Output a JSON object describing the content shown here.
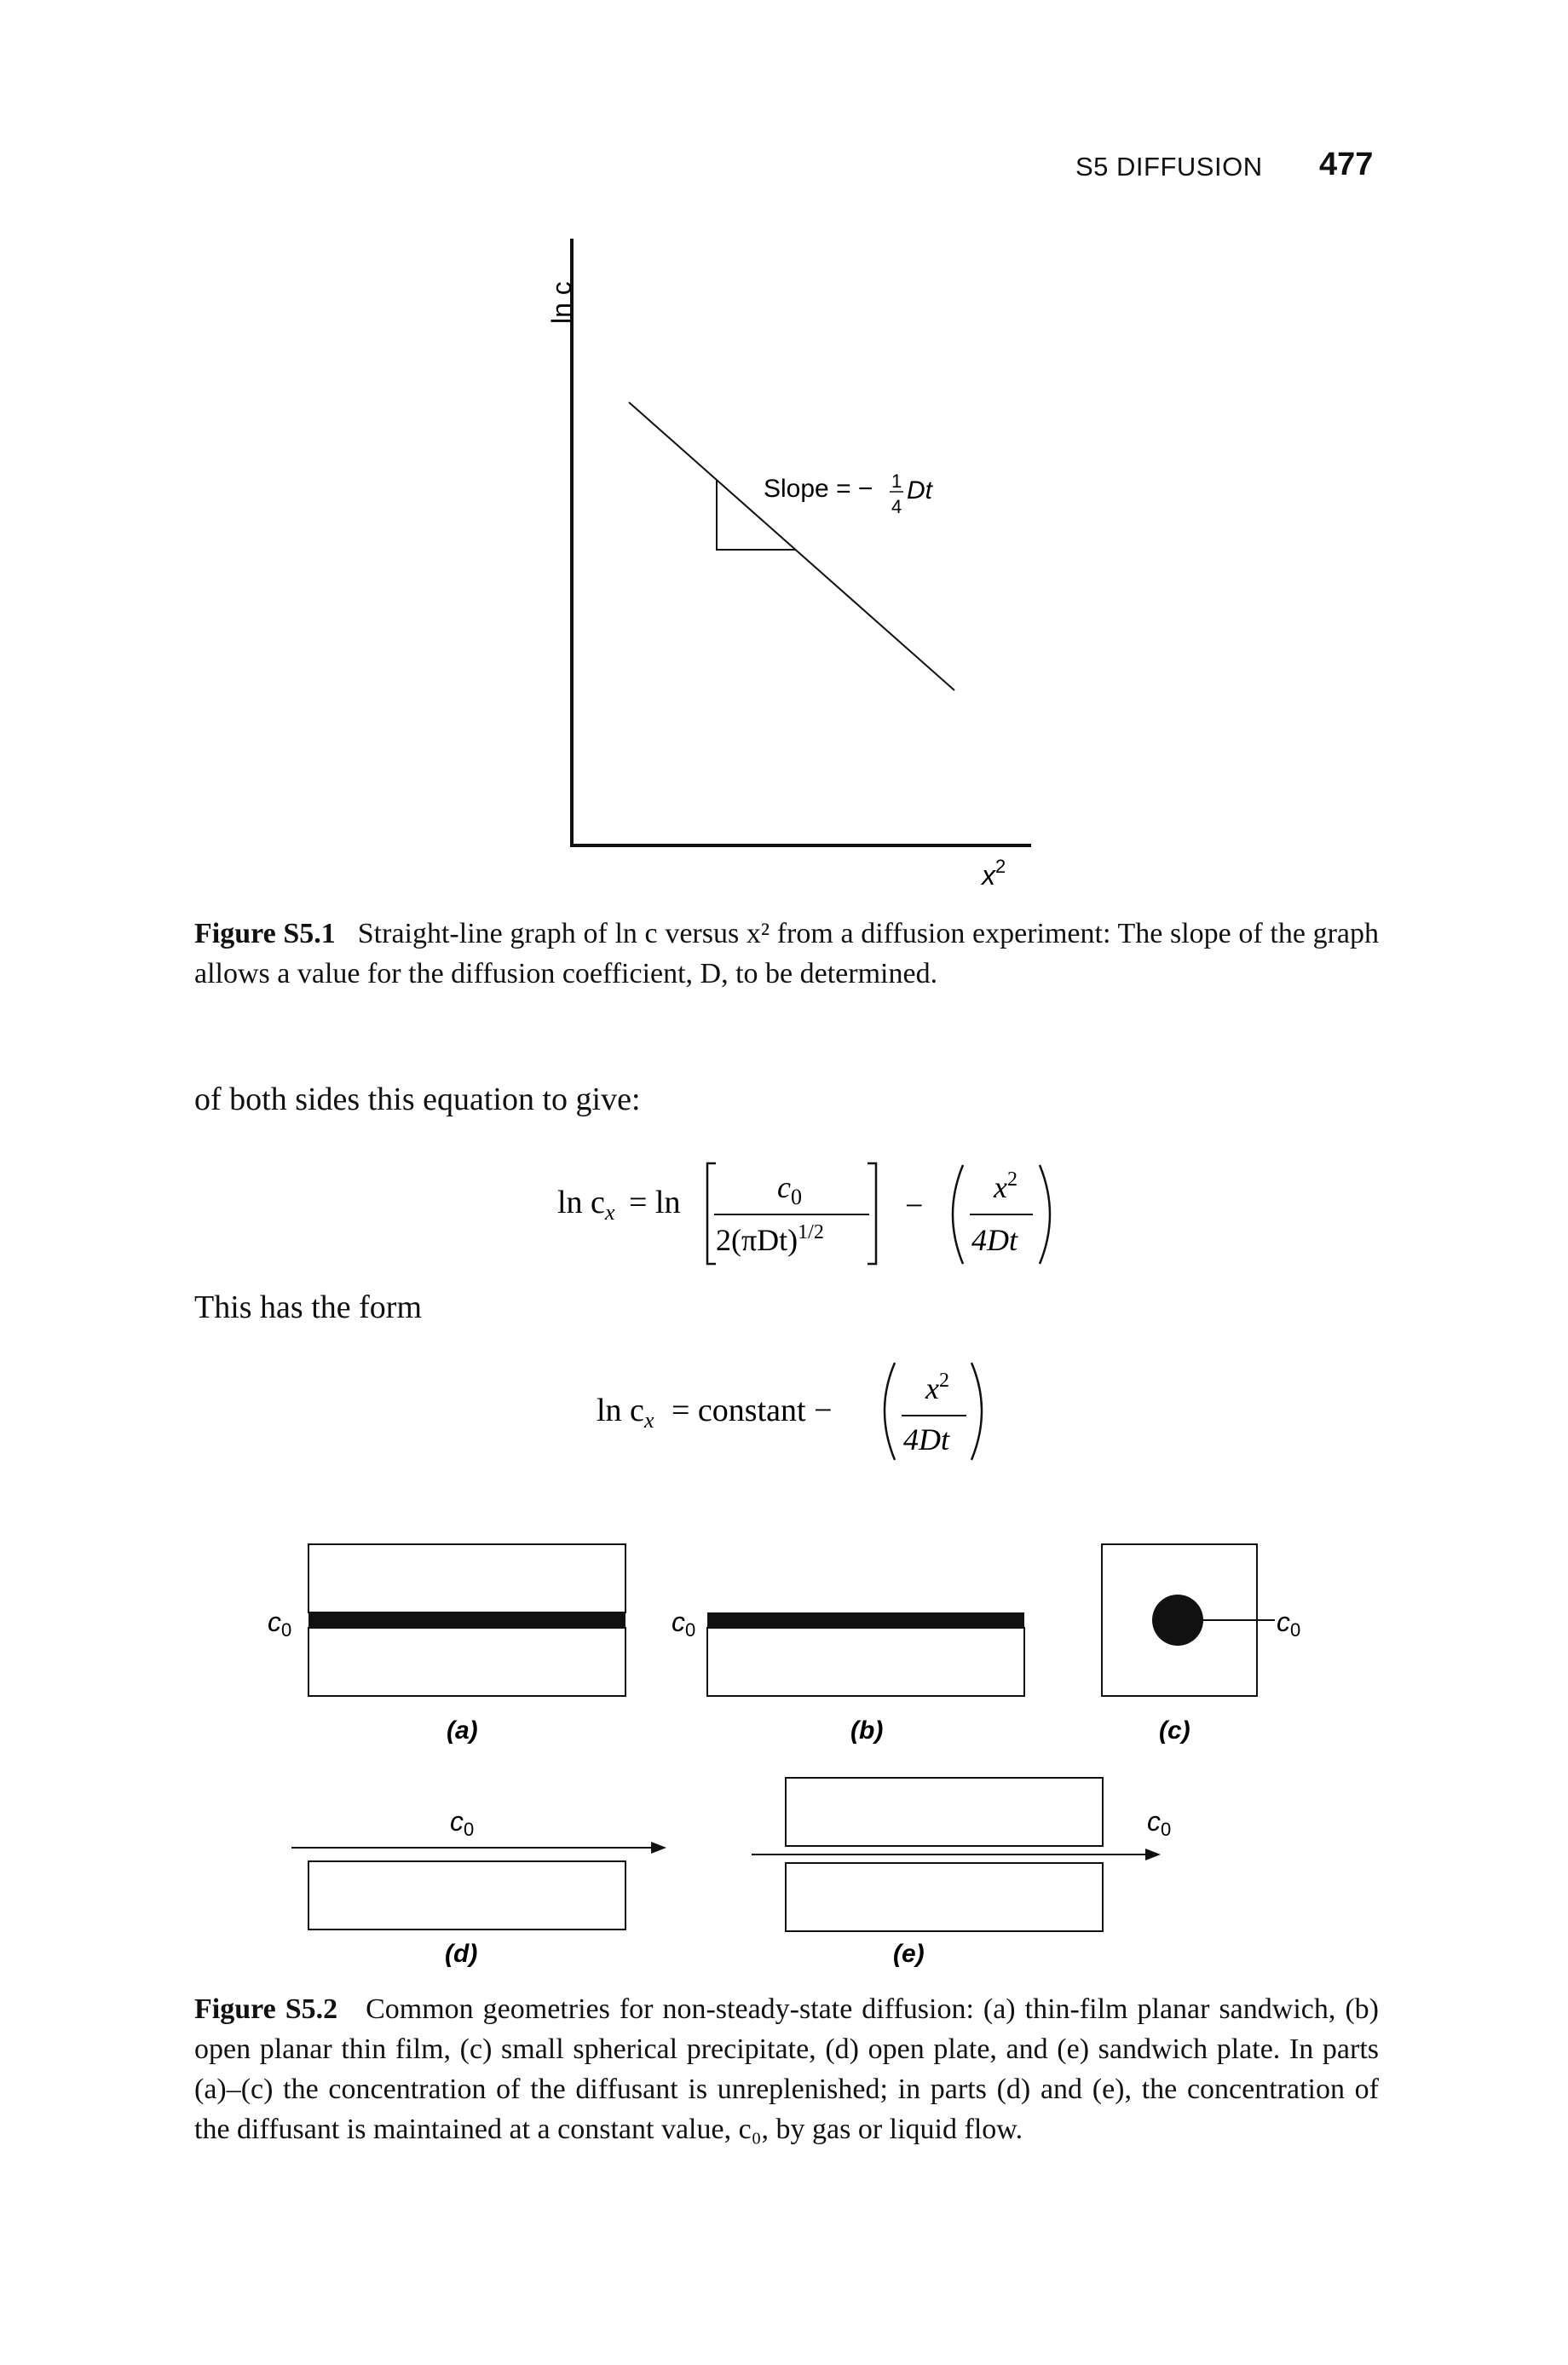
{
  "header": {
    "section": "S5  DIFFUSION",
    "page_number": "477"
  },
  "figure1": {
    "y_axis_label": "ln c",
    "x_axis_label": "x",
    "x_axis_exp": "2",
    "slope_label": "Slope = −",
    "slope_num": "1",
    "slope_den": "4",
    "slope_tail": "Dt",
    "caption_label": "Figure S5.1",
    "caption_text": "Straight-line graph of ln c versus x² from a diffusion experiment: The slope of the graph allows a value for the diffusion coefficient, D, to be determined."
  },
  "body": {
    "para1": "of both sides this equation to give:",
    "eq1": {
      "lhs": "ln c",
      "lhs_sub": "x",
      "eq_ln": "= ln",
      "frac_num": "c",
      "frac_num_sub": "0",
      "frac_den": "2(πDt)",
      "frac_den_exp": "1/2",
      "minus": "−",
      "frac2_num": "x",
      "frac2_num_exp": "2",
      "frac2_den": "4Dt"
    },
    "para2": "This has the form",
    "eq2": {
      "lhs": "ln c",
      "lhs_sub": "x",
      "rhs": "= constant −",
      "frac_num": "x",
      "frac_num_exp": "2",
      "frac_den": "4Dt"
    }
  },
  "figure2": {
    "c0": "c",
    "c0_sub": "0",
    "label_a": "(a)",
    "label_b": "(b)",
    "label_c": "(c)",
    "label_d": "(d)",
    "label_e": "(e)",
    "caption_label": "Figure S5.2",
    "caption_text": "Common geometries for non-steady-state diffusion: (a) thin-film planar sandwich, (b) open planar thin film, (c) small spherical precipitate, (d) open plate, and (e) sandwich plate. In parts (a)–(c) the concentration of the diffusant is unreplenished; in parts (d) and (e), the concentration of the diffusant is maintained at a constant value, c₀, by gas or liquid flow."
  }
}
